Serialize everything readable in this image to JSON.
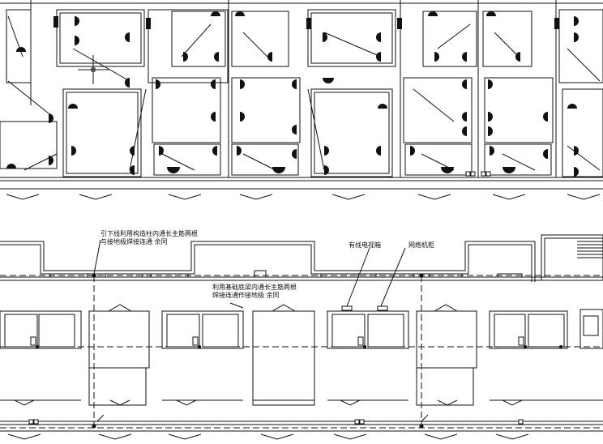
{
  "annotations": {
    "downconductor_note": {
      "line1": "引下线利用构造柱内通长主筋两根",
      "line2": "与接地极焊接连通 余同"
    },
    "foundation_note": {
      "line1": "利用基础底梁内通长主筋两根",
      "line2": "焊接连通作接地极 余同"
    },
    "catv_box_label": "有线电视箱",
    "network_cabinet_label": "网络机柜"
  },
  "colors": {
    "line": "#111111",
    "background": "#ffffff"
  }
}
